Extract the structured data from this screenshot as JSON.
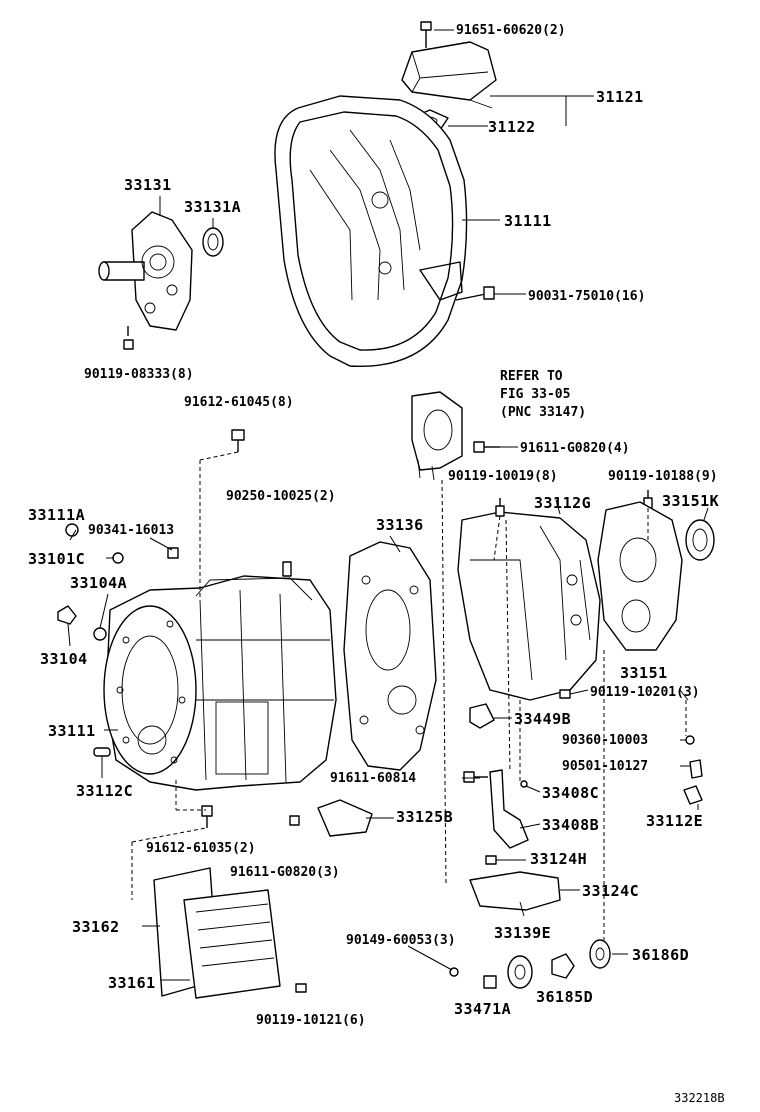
{
  "diagram": {
    "labels": {
      "l_91651": "91651-60620(2)",
      "l_31121": "31121",
      "l_31122": "31122",
      "l_33131": "33131",
      "l_33131A": "33131A",
      "l_31111": "31111",
      "l_90031": "90031-75010(16)",
      "l_90119_08333": "90119-08333(8)",
      "refer_1": "REFER TO",
      "refer_2": "FIG 33-05",
      "refer_3": "(PNC 33147)",
      "l_91612_61045": "91612-61045(8)",
      "l_91611_G0820_4": "91611-G0820(4)",
      "l_90119_10019": "90119-10019(8)",
      "l_90119_10188": "90119-10188(9)",
      "l_90250": "90250-10025(2)",
      "l_33111A": "33111A",
      "l_90341": "90341-16013",
      "l_33136": "33136",
      "l_33112G": "33112G",
      "l_33151K": "33151K",
      "l_33101C": "33101C",
      "l_33104A": "33104A",
      "l_33104": "33104",
      "l_33151": "33151",
      "l_90119_10201": "90119-10201(3)",
      "l_33449B": "33449B",
      "l_33111": "33111",
      "l_90360": "90360-10003",
      "l_90501": "90501-10127",
      "l_91611_60814": "91611-60814",
      "l_33408C": "33408C",
      "l_33112C": "33112C",
      "l_33125B": "33125B",
      "l_33408B": "33408B",
      "l_33112E": "33112E",
      "l_91612_61035": "91612-61035(2)",
      "l_91611_G0820_3": "91611-G0820(3)",
      "l_33124H": "33124H",
      "l_33124C": "33124C",
      "l_33162": "33162",
      "l_90149": "90149-60053(3)",
      "l_33139E": "33139E",
      "l_36186D": "36186D",
      "l_33161": "33161",
      "l_33471A": "33471A",
      "l_36185D": "36185D",
      "l_90119_10121": "90119-10121(6)",
      "figure_code": "332218B"
    }
  }
}
